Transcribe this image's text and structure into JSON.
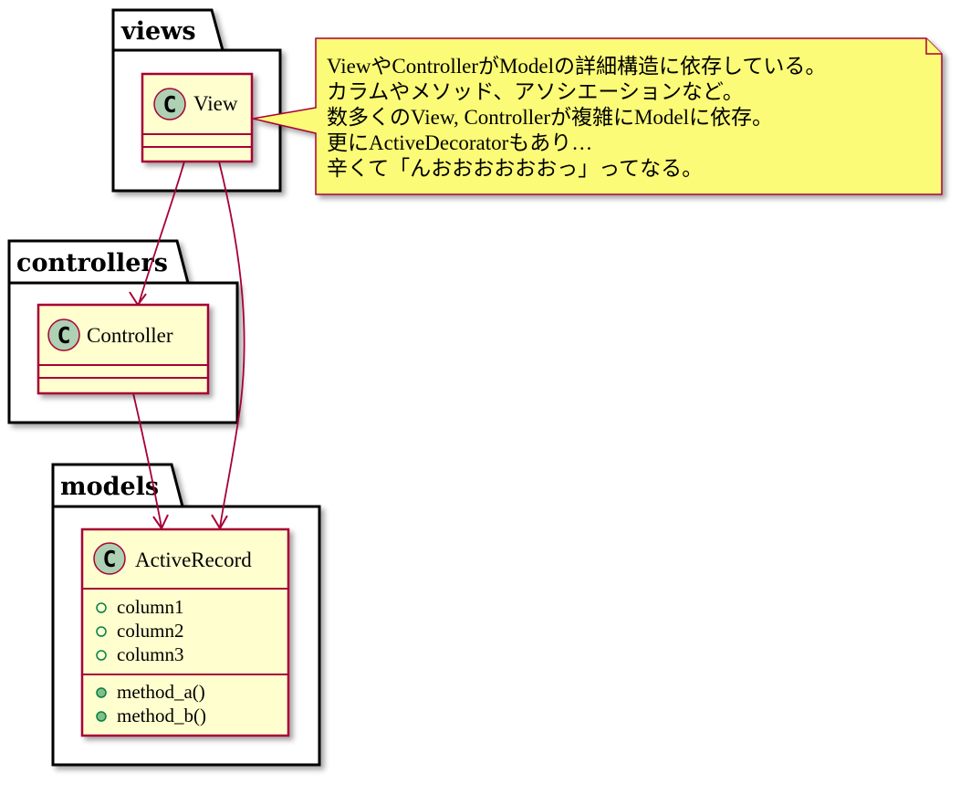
{
  "packages": {
    "views": "views",
    "controllers": "controllers",
    "models": "models"
  },
  "classes": {
    "view": {
      "badge": "C",
      "name": "View"
    },
    "controller": {
      "badge": "C",
      "name": "Controller"
    },
    "active_record": {
      "badge": "C",
      "name": "ActiveRecord",
      "fields": [
        "column1",
        "column2",
        "column3"
      ],
      "methods": [
        "method_a()",
        "method_b()"
      ]
    }
  },
  "note": {
    "lines": [
      "ViewやControllerがModelの詳細構造に依存している。",
      "カラムやメソッド、アソシエーションなど。",
      "数多くのView, Controllerが複雑にModelに依存。",
      "更にActiveDecoratorもあり…",
      "辛くて「んおおおおおおっ」ってなる。"
    ]
  },
  "colors": {
    "class_fill": "#fefece",
    "class_border": "#a80036",
    "badge_fill": "#add1b2",
    "note_fill": "#fbfb77",
    "arrow": "#a80036"
  }
}
